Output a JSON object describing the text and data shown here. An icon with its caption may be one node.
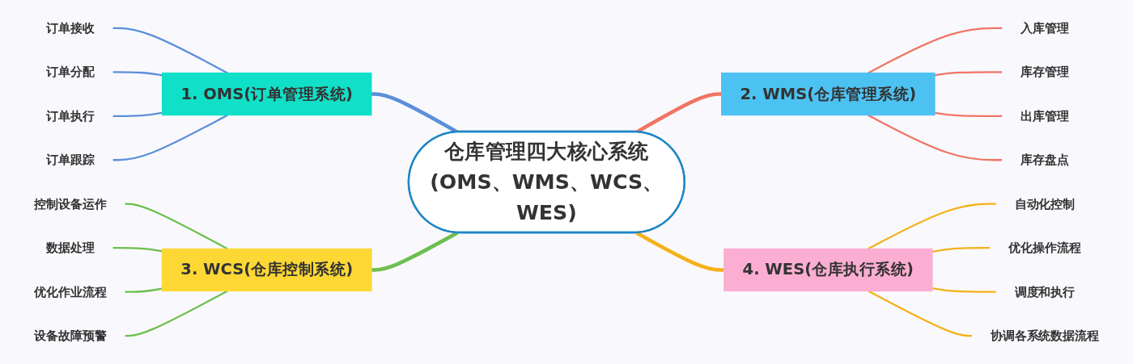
{
  "diagram": {
    "nodes": [
      {
        "text": [
          "仓库管理四大核心系统(OMS、WMS、WCS、WES)"
        ]
      },
      {
        "text": [
          "1. OMS(订单管理系统)"
        ]
      },
      {
        "text": [
          "2. WMS(仓库管理系统)"
        ]
      },
      {
        "text": [
          "3. WCS(仓库控制系统)"
        ]
      },
      {
        "text": [
          "4. WES(仓库执行系统)"
        ]
      },
      {
        "text": [
          "订单接收"
        ]
      },
      {
        "text": [
          "订单分配"
        ]
      },
      {
        "text": [
          "订单执行"
        ]
      },
      {
        "text": [
          "订单跟踪"
        ]
      },
      {
        "text": [
          "入库管理"
        ]
      },
      {
        "text": [
          "库存管理"
        ]
      },
      {
        "text": [
          "出库管理"
        ]
      },
      {
        "text": [
          "库存盘点"
        ]
      },
      {
        "text": [
          "控制设备运作"
        ]
      },
      {
        "text": [
          "数据处理"
        ]
      },
      {
        "text": [
          "优化作业流程"
        ]
      },
      {
        "text": [
          "设备故障预警"
        ]
      },
      {
        "text": [
          "自动化控制"
        ]
      },
      {
        "text": [
          "优化操作流程"
        ]
      },
      {
        "text": [
          "调度和执行"
        ]
      },
      {
        "text": [
          "协调各系统数据流程"
        ]
      }
    ],
    "edges": [
      {
        "from": 0,
        "to": 1,
        "arrow": "none",
        "style": "thick",
        "color": "#5b8fd9"
      },
      {
        "from": 0,
        "to": 2,
        "arrow": "none",
        "style": "thick",
        "color": "#f07565"
      },
      {
        "from": 0,
        "to": 3,
        "arrow": "none",
        "style": "thick",
        "color": "#6cbf4e"
      },
      {
        "from": 0,
        "to": 4,
        "arrow": "none",
        "style": "thick",
        "color": "#f5b01a"
      },
      {
        "from": 1,
        "to": 5,
        "arrow": "none",
        "color": "#5b8fd9"
      },
      {
        "from": 1,
        "to": 6,
        "arrow": "none",
        "color": "#5b8fd9"
      },
      {
        "from": 1,
        "to": 7,
        "arrow": "none",
        "color": "#5b8fd9"
      },
      {
        "from": 1,
        "to": 8,
        "arrow": "none",
        "color": "#5b8fd9"
      },
      {
        "from": 2,
        "to": 9,
        "arrow": "none",
        "color": "#f07565"
      },
      {
        "from": 2,
        "to": 10,
        "arrow": "none",
        "color": "#f07565"
      },
      {
        "from": 2,
        "to": 11,
        "arrow": "none",
        "color": "#f07565"
      },
      {
        "from": 2,
        "to": 12,
        "arrow": "none",
        "color": "#f07565"
      },
      {
        "from": 3,
        "to": 13,
        "arrow": "none",
        "color": "#6cbf4e"
      },
      {
        "from": 3,
        "to": 14,
        "arrow": "none",
        "color": "#6cbf4e"
      },
      {
        "from": 3,
        "to": 15,
        "arrow": "none",
        "color": "#6cbf4e"
      },
      {
        "from": 3,
        "to": 16,
        "arrow": "none",
        "color": "#6cbf4e"
      },
      {
        "from": 4,
        "to": 17,
        "arrow": "none",
        "color": "#f5b01a"
      },
      {
        "from": 4,
        "to": 18,
        "arrow": "none",
        "color": "#f5b01a"
      },
      {
        "from": 4,
        "to": 19,
        "arrow": "none",
        "color": "#f5b01a"
      },
      {
        "from": 4,
        "to": 20,
        "arrow": "none",
        "color": "#f5b01a"
      }
    ]
  }
}
